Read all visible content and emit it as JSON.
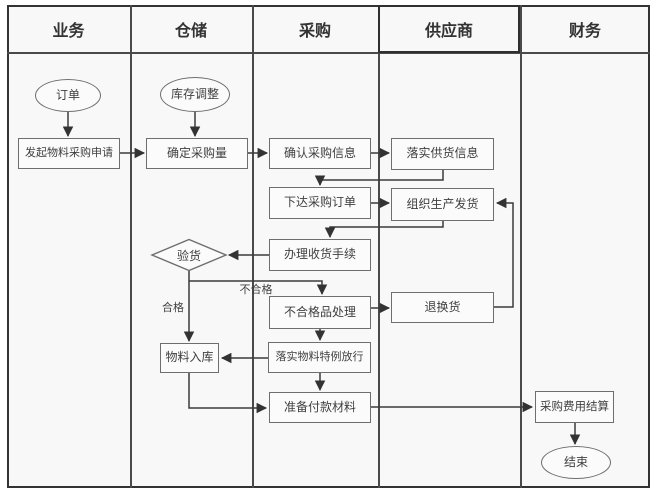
{
  "diagram_type": "swimlane-flowchart",
  "lanes": [
    {
      "id": "business",
      "label": "业务"
    },
    {
      "id": "warehouse",
      "label": "仓储"
    },
    {
      "id": "procurement",
      "label": "采购"
    },
    {
      "id": "supplier",
      "label": "供应商"
    },
    {
      "id": "finance",
      "label": "财务"
    }
  ],
  "nodes": {
    "order": {
      "label": "订单",
      "shape": "ellipse",
      "lane": "业务"
    },
    "initiate_request": {
      "label": "发起物料采购申请",
      "shape": "rect",
      "lane": "业务"
    },
    "inventory_adjust": {
      "label": "库存调整",
      "shape": "ellipse",
      "lane": "仓储"
    },
    "determine_quantity": {
      "label": "确定采购量",
      "shape": "rect",
      "lane": "仓储"
    },
    "confirm_info": {
      "label": "确认采购信息",
      "shape": "rect",
      "lane": "采购"
    },
    "implement_supply_info": {
      "label": "落实供货信息",
      "shape": "rect",
      "lane": "供应商"
    },
    "place_order": {
      "label": "下达采购订单",
      "shape": "rect",
      "lane": "采购"
    },
    "organize_shipment": {
      "label": "组织生产发货",
      "shape": "rect",
      "lane": "供应商"
    },
    "receipt_procedures": {
      "label": "办理收货手续",
      "shape": "rect",
      "lane": "采购"
    },
    "inspect": {
      "label": "验货",
      "shape": "diamond",
      "lane": "仓储"
    },
    "nonconforming": {
      "label": "不合格品处理",
      "shape": "rect",
      "lane": "采购"
    },
    "material_warehousing": {
      "label": "物料入库",
      "shape": "rect",
      "lane": "仓储"
    },
    "special_release": {
      "label": "落实物料特例放行",
      "shape": "rect",
      "lane": "采购"
    },
    "prepare_payment": {
      "label": "准备付款材料",
      "shape": "rect",
      "lane": "采购"
    },
    "return_exchange": {
      "label": "退换货",
      "shape": "rect",
      "lane": "供应商"
    },
    "expense_settlement": {
      "label": "采购费用结算",
      "shape": "rect",
      "lane": "财务"
    },
    "end": {
      "label": "结束",
      "shape": "ellipse",
      "lane": "财务"
    }
  },
  "edge_labels": {
    "pass": "合格",
    "fail": "不合格"
  },
  "edges": [
    {
      "from": "订单",
      "to": "发起物料采购申请"
    },
    {
      "from": "库存调整",
      "to": "确定采购量"
    },
    {
      "from": "发起物料采购申请",
      "to": "确定采购量"
    },
    {
      "from": "确定采购量",
      "to": "确认采购信息"
    },
    {
      "from": "确认采购信息",
      "to": "落实供货信息"
    },
    {
      "from": "落实供货信息",
      "to": "下达采购订单"
    },
    {
      "from": "下达采购订单",
      "to": "组织生产发货"
    },
    {
      "from": "组织生产发货",
      "to": "办理收货手续"
    },
    {
      "from": "办理收货手续",
      "to": "验货"
    },
    {
      "from": "验货",
      "to": "物料入库",
      "label": "合格"
    },
    {
      "from": "验货",
      "to": "不合格品处理",
      "label": "不合格"
    },
    {
      "from": "不合格品处理",
      "to": "退换货"
    },
    {
      "from": "退换货",
      "to": "组织生产发货"
    },
    {
      "from": "不合格品处理",
      "to": "落实物料特例放行"
    },
    {
      "from": "落实物料特例放行",
      "to": "物料入库"
    },
    {
      "from": "落实物料特例放行",
      "to": "准备付款材料"
    },
    {
      "from": "物料入库",
      "to": "准备付款材料"
    },
    {
      "from": "准备付款材料",
      "to": "采购费用结算"
    },
    {
      "from": "采购费用结算",
      "to": "结束"
    }
  ],
  "colors": {
    "frame_border": "#333333",
    "lane_line": "#4a4a4a",
    "node_border": "#6e6e6e",
    "arrow_line": "#3a3a3a",
    "text": "#3c3c3c",
    "lane_bg": "#f8f8f8",
    "node_bg": "#fbfbfb"
  }
}
